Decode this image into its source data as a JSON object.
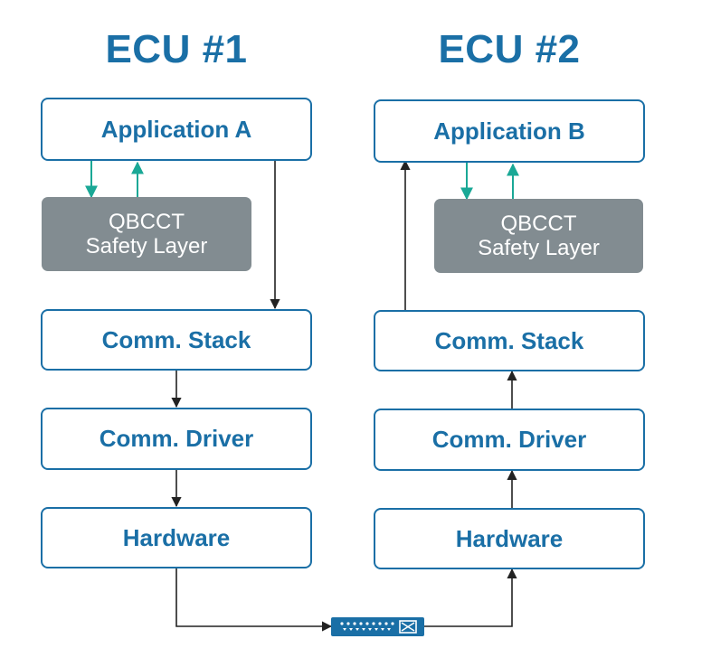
{
  "ecu1": {
    "title": "ECU #1",
    "application": "Application A",
    "safety_line1": "QBCCT",
    "safety_line2": "Safety Layer",
    "comm_stack": "Comm. Stack",
    "comm_driver": "Comm. Driver",
    "hardware": "Hardware"
  },
  "ecu2": {
    "title": "ECU #2",
    "application": "Application B",
    "safety_line1": "QBCCT",
    "safety_line2": "Safety Layer",
    "comm_stack": "Comm. Stack",
    "comm_driver": "Comm. Driver",
    "hardware": "Hardware"
  },
  "colors": {
    "primary": "#1a6fa6",
    "safety_layer": "#828c91",
    "teal_arrow": "#1aa896",
    "flow_arrow": "#222222"
  },
  "icons": {
    "bus": "network-bus-icon"
  }
}
